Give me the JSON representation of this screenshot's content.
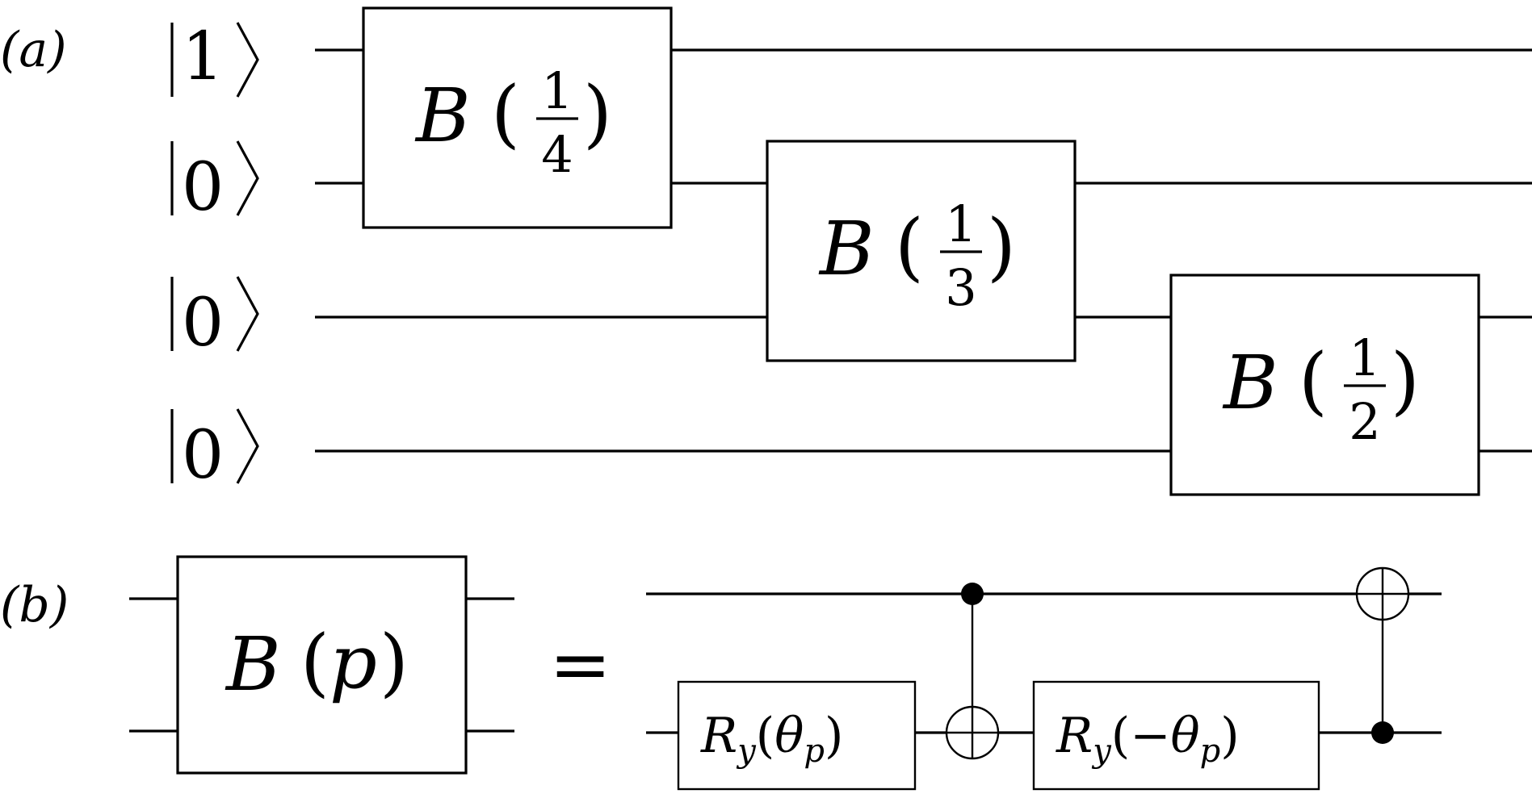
{
  "panel_a": {
    "label": "(a)",
    "inputs": [
      {
        "state": "1"
      },
      {
        "state": "0"
      },
      {
        "state": "0"
      },
      {
        "state": "0"
      }
    ],
    "gates": [
      {
        "name": "B",
        "numerator": "1",
        "denominator": "4",
        "qubits": [
          0,
          1
        ]
      },
      {
        "name": "B",
        "numerator": "1",
        "denominator": "3",
        "qubits": [
          1,
          2
        ]
      },
      {
        "name": "B",
        "numerator": "1",
        "denominator": "2",
        "qubits": [
          2,
          3
        ]
      }
    ]
  },
  "panel_b": {
    "label": "(b)",
    "gate": {
      "name": "B",
      "arg": "p"
    },
    "equals": "=",
    "ry_pos": {
      "name": "R",
      "sub": "y",
      "arg": "θ",
      "arg_sub": "p"
    },
    "ry_neg": {
      "name": "R",
      "sub": "y",
      "arg": "−θ",
      "arg_sub": "p"
    }
  },
  "colors": {
    "line": "#000000",
    "background": "#ffffff"
  }
}
